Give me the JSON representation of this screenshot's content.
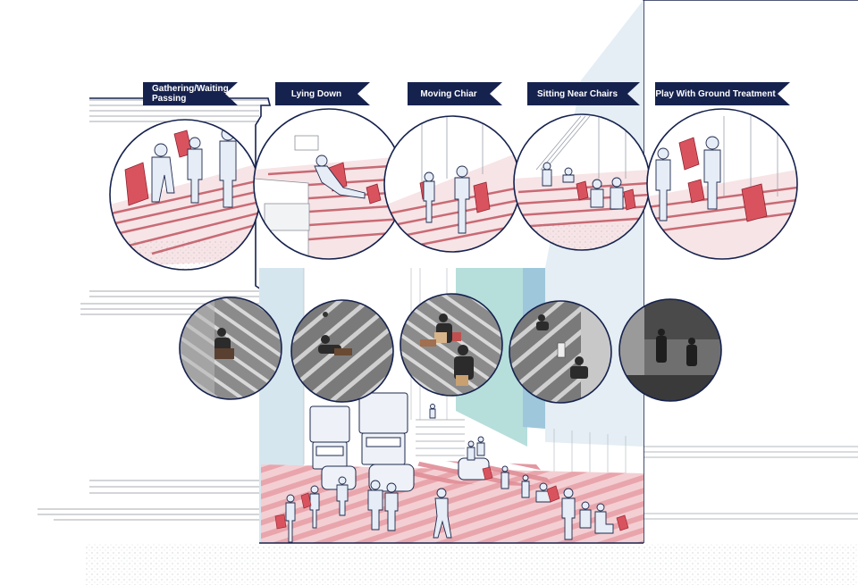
{
  "labels": {
    "gathering": {
      "line1": "Gathering/Waiting",
      "line2": "Passing"
    },
    "lying": "Lying Down",
    "moving": "Moving Chiar",
    "sitting": "Sitting Near Chairs",
    "play": "Play With Ground Treatment"
  },
  "colors": {
    "navy": "#16224e",
    "red_chair": "#d9535e",
    "pink_ground": "#f3cfd3",
    "stripe": "#c86a74",
    "light_blue": "#d6e6ef",
    "teal": "#b6dedb",
    "sky_blue": "#9ec7dc",
    "figure": "#e6edf6",
    "outline": "#1f2a4d"
  }
}
